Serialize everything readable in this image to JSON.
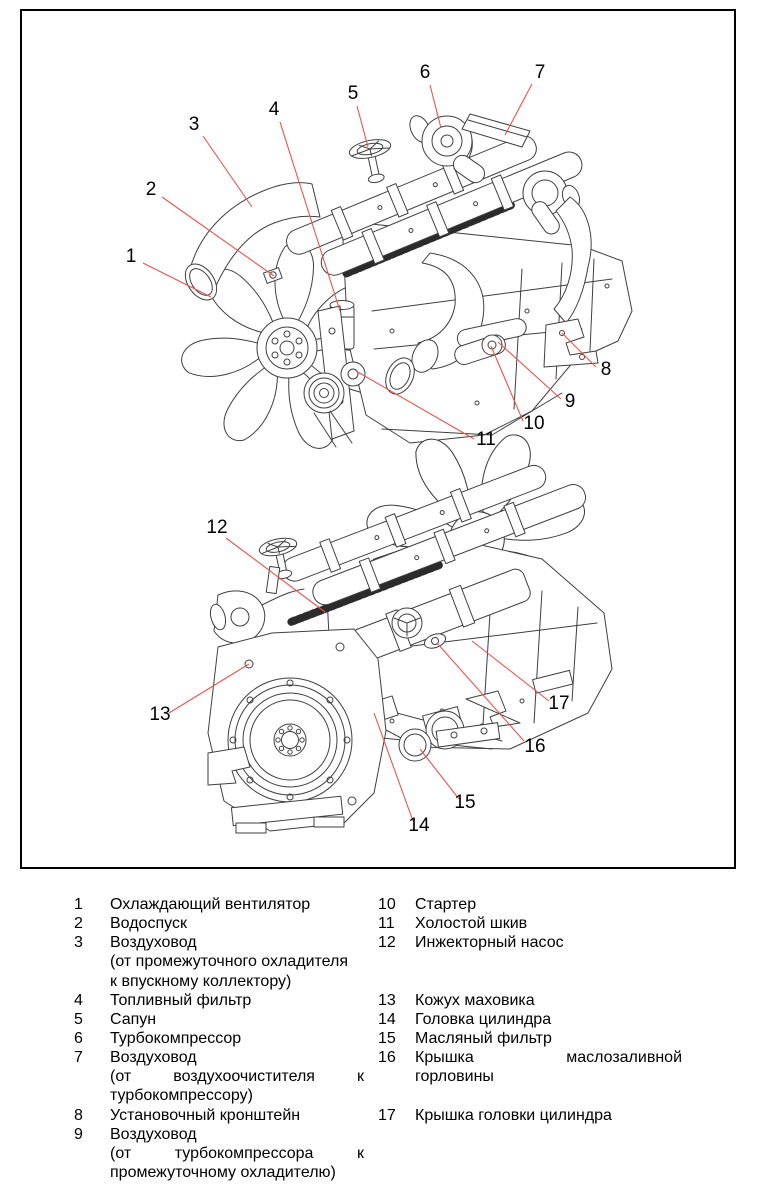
{
  "figure": {
    "callouts": {
      "top": [
        "1",
        "2",
        "3",
        "4",
        "5",
        "6",
        "7",
        "8",
        "9",
        "10",
        "11"
      ],
      "bottom": [
        "12",
        "13",
        "14",
        "15",
        "16",
        "17"
      ]
    },
    "colors": {
      "border": "#000000",
      "drawing_line": "#3f3f3f",
      "leader_line": "#e8534e"
    }
  },
  "legend": {
    "left": [
      {
        "num": "1",
        "text": "Охлаждающий вентилятор"
      },
      {
        "num": "2",
        "text": "Водоспуск"
      },
      {
        "num": "3",
        "text": "Воздуховод"
      },
      {
        "num": "",
        "text": "(от промежуточного охладителя"
      },
      {
        "num": "",
        "text": "к впускному коллектору)"
      },
      {
        "num": "4",
        "text": "Топливный фильтр"
      },
      {
        "num": "5",
        "text": "Сапун"
      },
      {
        "num": "6",
        "text": "Турбокомпрессор"
      },
      {
        "num": "7",
        "text": "Воздуховод"
      },
      {
        "num": "",
        "text": "(от воздухоочистителя к"
      },
      {
        "num": "",
        "text": "турбокомпрессору)"
      },
      {
        "num": "8",
        "text": "Установочный кронштейн"
      },
      {
        "num": "9",
        "text": "Воздуховод"
      },
      {
        "num": "",
        "text": "(от турбокомпрессора к"
      },
      {
        "num": "",
        "text": "промежуточному охладителю)"
      }
    ],
    "right": [
      {
        "num": "10",
        "text": "Стартер"
      },
      {
        "num": "11",
        "text": "Холостой шкив"
      },
      {
        "num": "12",
        "text": "Инжекторный насос"
      },
      {
        "num": "",
        "text": ""
      },
      {
        "num": "",
        "text": ""
      },
      {
        "num": "13",
        "text": "Кожух маховика"
      },
      {
        "num": "14",
        "text": "Головка цилиндра"
      },
      {
        "num": "15",
        "text": "Масляный фильтр"
      },
      {
        "num": "16",
        "text": "Крышка маслозаливной"
      },
      {
        "num": "",
        "text": "горловины"
      },
      {
        "num": "",
        "text": ""
      },
      {
        "num": "17",
        "text": "Крышка головки цилиндра"
      }
    ]
  }
}
